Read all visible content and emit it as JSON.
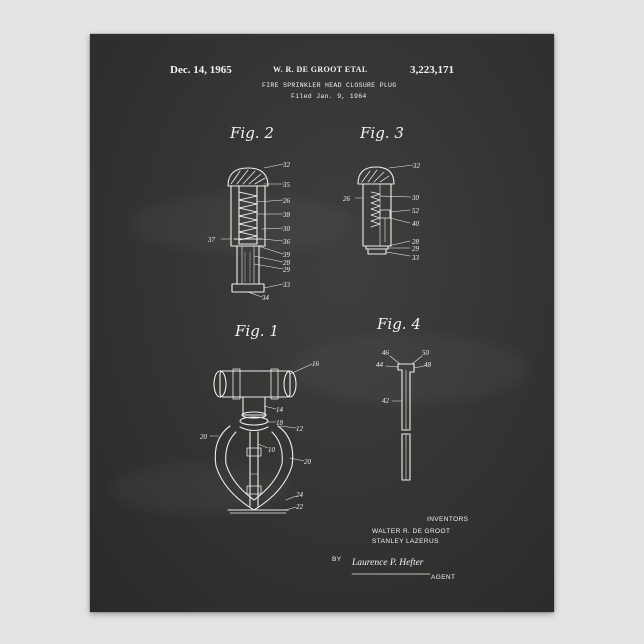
{
  "header": {
    "date": "Dec. 14, 1965",
    "inventors_short": "W. R. DE GROOT ETAL",
    "patent_number": "3,223,171",
    "title": "FIRE SPRINKLER HEAD CLOSURE PLUG",
    "filed": "Filed Jan. 9, 1964"
  },
  "figures": {
    "fig2": "Fig. 2",
    "fig3": "Fig. 3",
    "fig1": "Fig. 1",
    "fig4": "Fig. 4"
  },
  "refs": {
    "fig2": [
      "32",
      "35",
      "26",
      "38",
      "30",
      "37",
      "36",
      "39",
      "28",
      "29",
      "33",
      "34"
    ],
    "fig3": [
      "32",
      "26",
      "30",
      "52",
      "40",
      "28",
      "29",
      "33"
    ],
    "fig1": [
      "16",
      "14",
      "18",
      "12",
      "20",
      "10",
      "20",
      "24",
      "22"
    ],
    "fig4": [
      "46",
      "50",
      "44",
      "48",
      "42"
    ]
  },
  "footer": {
    "inventors_label": "INVENTORS",
    "inventor_1": "WALTER R. DE GROOT",
    "inventor_2": "STANLEY LAZERUS",
    "by": "BY",
    "signature": "Laurence P. Hefter",
    "agent": "AGENT"
  },
  "colors": {
    "chalkboard": "#353533",
    "chalk": "#f2f2f0",
    "wall": "#e4e4e2"
  }
}
